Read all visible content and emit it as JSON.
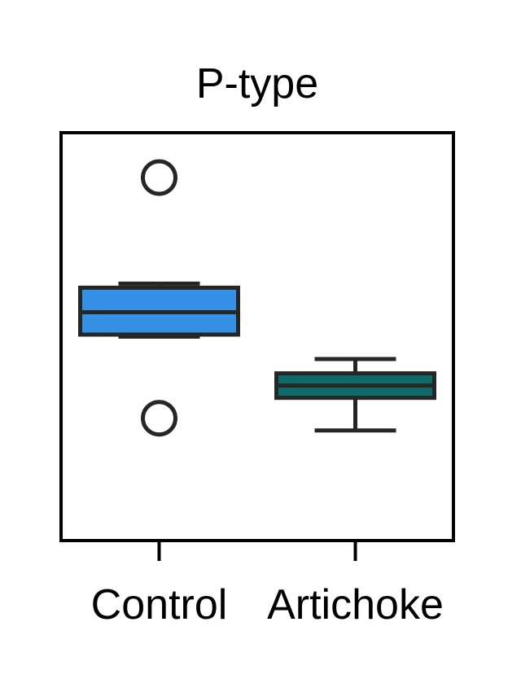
{
  "chart_data": {
    "type": "box",
    "title": "P-type",
    "xlabel": "",
    "ylabel": "",
    "categories": [
      "Control",
      "Artichoke"
    ],
    "y_ticks_shown": false,
    "grid": false,
    "legend": "none",
    "ylim": [
      0,
      100
    ],
    "boxes": [
      {
        "category": "Control",
        "whisker_low": 50,
        "q1": 50.5,
        "median": 56,
        "q3": 62,
        "whisker_high": 63,
        "outliers": [
          89,
          30
        ],
        "color": "#3590e6"
      },
      {
        "category": "Artichoke",
        "whisker_low": 27,
        "q1": 35,
        "median": 38,
        "q3": 41,
        "whisker_high": 44.5,
        "outliers": [],
        "color": "#0f6b6b"
      }
    ],
    "colors": {
      "edge": "#262626",
      "frame": "#000000"
    }
  }
}
